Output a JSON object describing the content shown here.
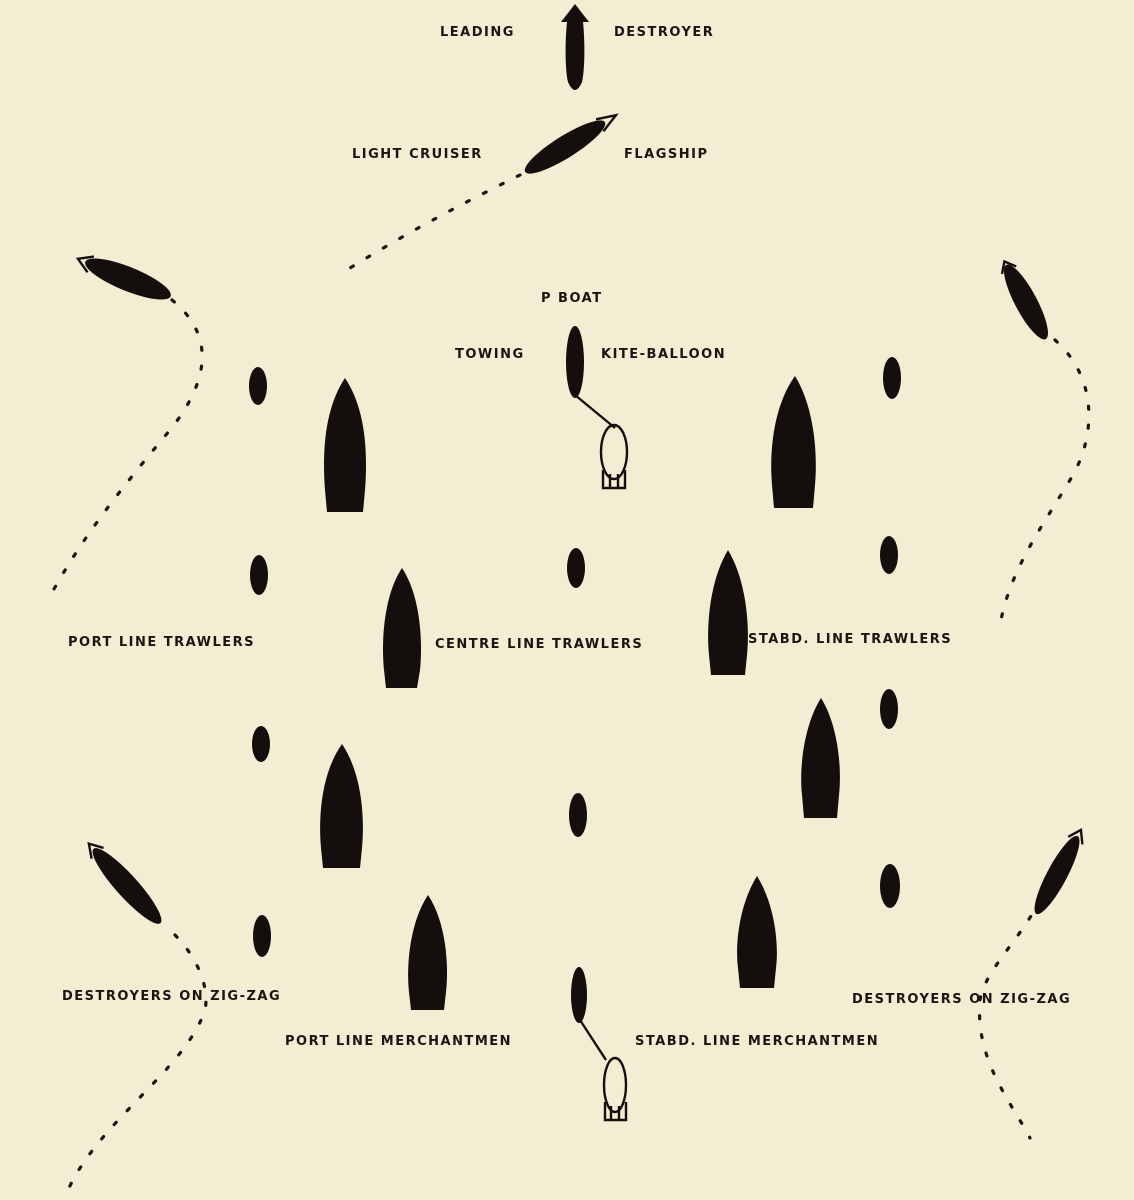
{
  "diagram": {
    "background": "#f3edd3",
    "ink": "#140f0c",
    "labels": {
      "leading": "LEADING",
      "destroyer": "DESTROYER",
      "light_cruiser": "LIGHT CRUISER",
      "flagship": "FLAGSHIP",
      "p_boat": "P BOAT",
      "towing": "TOWING",
      "kite_balloon": "KITE-BALLOON",
      "port_line_trawlers": "PORT LINE TRAWLERS",
      "centre_line_trawlers": "CENTRE LINE TRAWLERS",
      "stabd_line_trawlers": "STABD. LINE TRAWLERS",
      "destroyers_on_zigzag_left": "DESTROYERS ON ZIG-ZAG",
      "destroyers_on_zigzag_right": "DESTROYERS ON ZIG-ZAG",
      "port_line_merchantmen": "PORT LINE MERCHANTMEN",
      "stabd_line_merchantmen": "STABD. LINE MERCHANTMEN"
    }
  }
}
